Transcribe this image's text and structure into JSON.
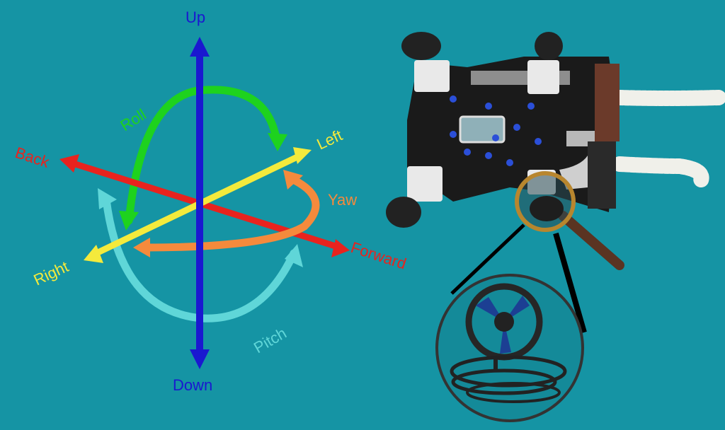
{
  "axes": {
    "up": {
      "label": "Up",
      "color": "#1a18d0"
    },
    "down": {
      "label": "Down",
      "color": "#1a18d0"
    },
    "back": {
      "label": "Back",
      "color": "#e8231e"
    },
    "forward": {
      "label": "Forward",
      "color": "#e8231e"
    },
    "left": {
      "label": "Left",
      "color": "#f4ea3c"
    },
    "right": {
      "label": "Right",
      "color": "#f4ea3c"
    }
  },
  "rotations": {
    "roll": {
      "label": "Roll",
      "color": "#1ed21e"
    },
    "yaw": {
      "label": "Yaw",
      "color": "#f58a3c"
    },
    "pitch": {
      "label": "Pitch",
      "color": "#5fd6d8"
    }
  },
  "colors": {
    "background": "#1594a4",
    "robot_frame": "#1a1a1a",
    "thruster_pod": "#e9e9e9",
    "magnifier_rim": "#b8862e",
    "tentacle": "#f0f0ea",
    "fitting": "#2b4fd8"
  },
  "icons": [
    "robot-photo",
    "magnifier-icon",
    "thruster-closeup"
  ]
}
